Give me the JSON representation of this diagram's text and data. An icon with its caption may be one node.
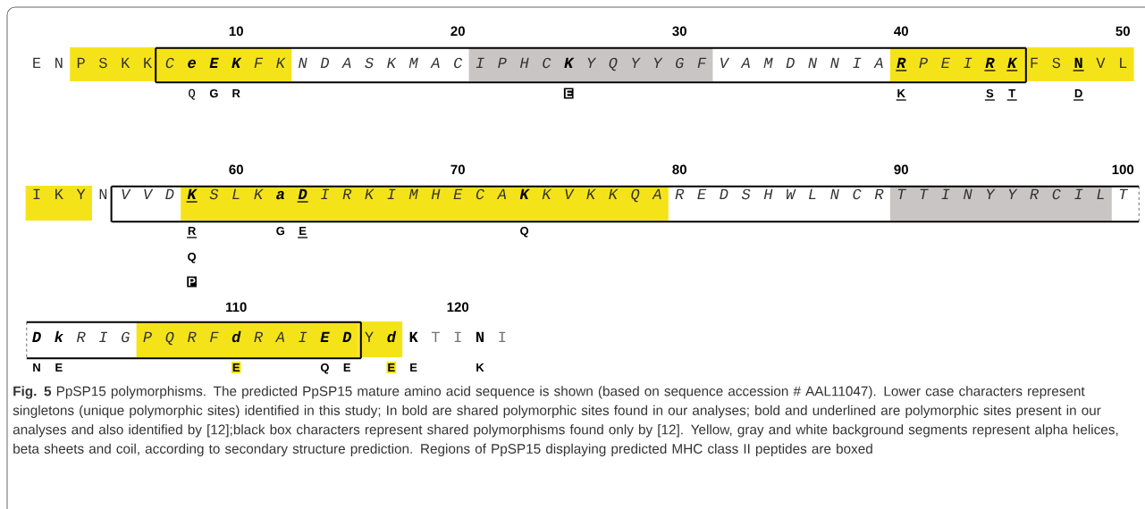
{
  "diagram": {
    "nodes": [
      {
        "text": [
          "C",
          "e",
          "E",
          "K",
          "F",
          "K",
          "N",
          "D",
          "A",
          "S",
          "K",
          "M",
          "A",
          "C",
          "I",
          "P",
          "H",
          "C",
          "K",
          "Y",
          "Q",
          "Y",
          "Y",
          "G",
          "F",
          "V",
          "A",
          "M",
          "D",
          "N",
          "N",
          "I",
          "A",
          "R",
          "P",
          "E",
          "I",
          "R",
          "K"
        ]
      },
      {
        "text": [
          "V",
          "V",
          "D",
          "K",
          "S",
          "L",
          "K",
          "a",
          "D",
          "I",
          "R",
          "K",
          "I",
          "M",
          "H",
          "E",
          "C",
          "A",
          "K",
          "K",
          "V",
          "K",
          "K",
          "Q",
          "A",
          "R",
          "E",
          "D",
          "S",
          "H",
          "W",
          "L",
          "N",
          "C",
          "R",
          "T",
          "T",
          "I",
          "N",
          "Y",
          "Y",
          "R",
          "C",
          "I",
          "L",
          "T"
        ]
      },
      {
        "text": [
          "D",
          "k",
          "R",
          "I",
          "G",
          "P",
          "Q",
          "R",
          "F",
          "d",
          "R",
          "A",
          "I",
          "E",
          "D"
        ]
      }
    ],
    "labels": [
      "10",
      "20",
      "30",
      "40",
      "50",
      "E",
      "N",
      "P",
      "S",
      "K",
      "K",
      "F",
      "S",
      "N",
      "V",
      "L",
      "Q",
      "G",
      "R",
      "E",
      "K",
      "S",
      "T",
      "D",
      "60",
      "70",
      "80",
      "90",
      "100",
      "I",
      "K",
      "Y",
      "N",
      "R",
      "G",
      "E",
      "Q",
      "Q",
      "P",
      "110",
      "120",
      "Y",
      "d",
      "K",
      "T",
      "I",
      "N",
      "I",
      "N",
      "E",
      "E",
      "Q",
      "E",
      "E",
      "E",
      "K"
    ],
    "caption": "**Fig. 5** PpSP15 polymorphisms. The predicted PpSP15 mature amino acid sequence is shown (based on sequence accession # AAL11047). Lower case characters represent singletons (unique polymorphic sites) identified in this study; In bold are shared polymorphic sites found in our analyses; bold and underlined are polymorphic sites present in our analyses and also identified by [12];black box characters represent shared polymorphisms found only by [12]. Yellow, gray and white background segments represent alpha helices, beta sheets and coil, according to secondary structure prediction. Regions of PpSP15 displaying predicted MHC class II peptides are boxed"
  }
}
